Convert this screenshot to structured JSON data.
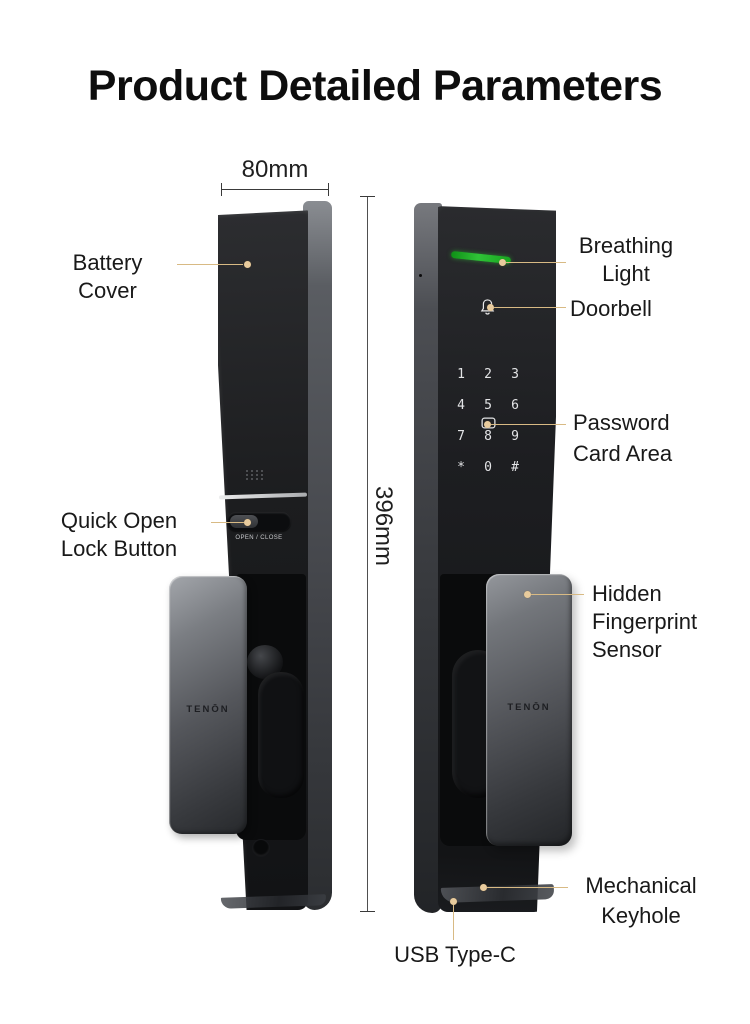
{
  "title": "Product Detailed Parameters",
  "brand": {
    "logo": "TENŌN"
  },
  "dimensions": {
    "width": "80mm",
    "height": "396mm"
  },
  "colors": {
    "leader_line": "#d8ba84",
    "marker_dot": "#e8cb9d",
    "breathing_light_green": "#2fc337",
    "lock_body_dark": "#1c1d1f",
    "accent_stripe": "#d5d6d8"
  },
  "left_lock": {
    "open_close_label": "OPEN / CLOSE"
  },
  "right_lock": {
    "keypad": {
      "keys": [
        "1",
        "2",
        "3",
        "4",
        "5",
        "6",
        "7",
        "8",
        "9",
        "*",
        "0",
        "#"
      ]
    },
    "icons": {
      "doorbell": "bell-icon",
      "password_card": "card-icon",
      "breathing_light": "led-strip"
    }
  },
  "callouts": {
    "battery_cover": {
      "lines": [
        "Battery",
        "Cover"
      ]
    },
    "quick_open_lock_button": {
      "lines": [
        "Quick Open",
        "Lock Button"
      ]
    },
    "breathing_light": {
      "lines": [
        "Breathing",
        "Light"
      ]
    },
    "doorbell": {
      "lines": [
        "Doorbell"
      ]
    },
    "password_card_area": {
      "lines": [
        "Password",
        "Card Area"
      ]
    },
    "hidden_fingerprint_sensor": {
      "lines": [
        "Hidden",
        "Fingerprint",
        "Sensor"
      ]
    },
    "mechanical_keyhole": {
      "lines": [
        "Mechanical",
        "Keyhole"
      ]
    },
    "usb_type_c": {
      "lines": [
        "USB Type-C"
      ]
    }
  }
}
